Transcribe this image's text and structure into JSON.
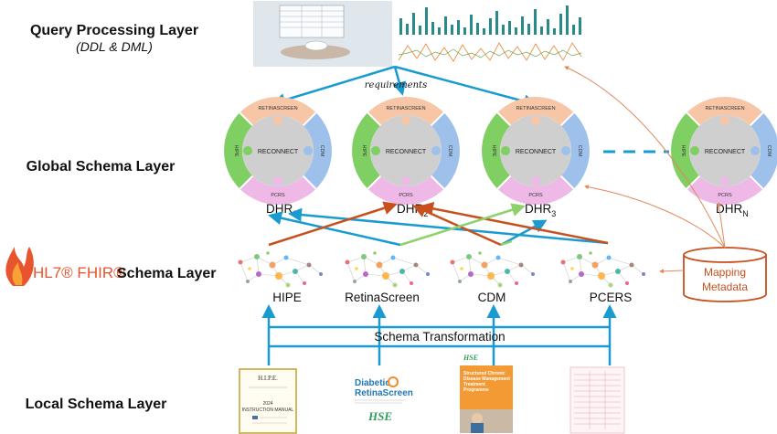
{
  "layers": {
    "query_title": "Query Processing Layer",
    "query_sub": "(DDL & DML)",
    "global_title": "Global Schema Layer",
    "fhir_logo": "HL7® FHIR®",
    "fhir_title": "Schema Layer",
    "local_title": "Local Schema Layer"
  },
  "requirements_label": "requirements",
  "dhr_node": {
    "top": "RETINASCREEN",
    "left": "HIPE",
    "right": "CDM",
    "bottom": "PCRS",
    "center": "RECONNECT"
  },
  "dhr_labels": [
    {
      "base": "DHR",
      "sub": "1"
    },
    {
      "base": "DHR",
      "sub": "2"
    },
    {
      "base": "DHR",
      "sub": "3"
    },
    {
      "base": "DHR",
      "sub": "N"
    }
  ],
  "fhir_sources": [
    "HIPE",
    "RetinaScreen",
    "CDM",
    "PCERS"
  ],
  "transformation_label": "Schema Transformation",
  "mapping_metadata": [
    "Mapping",
    "Metadata"
  ],
  "local_docs": {
    "hipe_title": "H.I.P.E.",
    "hipe_year": "2024",
    "hipe_manual": "INSTRUCTION MANUAL",
    "retina_line1": "Diabetic",
    "retina_line2": "RetinaScreen",
    "hse": "HSE",
    "cdm_title": "Structured Chronic Disease Management Treatment Programme"
  },
  "colors": {
    "blue_arrow": "#1a9bd0",
    "orange_arrow": "#c8501e",
    "green_arrow": "#8fd16a",
    "seg_top": "#f7c6a6",
    "seg_left": "#7fcf62",
    "seg_right": "#9ec1ec",
    "seg_bottom": "#eeb9e6",
    "center": "#cfcfcf"
  }
}
